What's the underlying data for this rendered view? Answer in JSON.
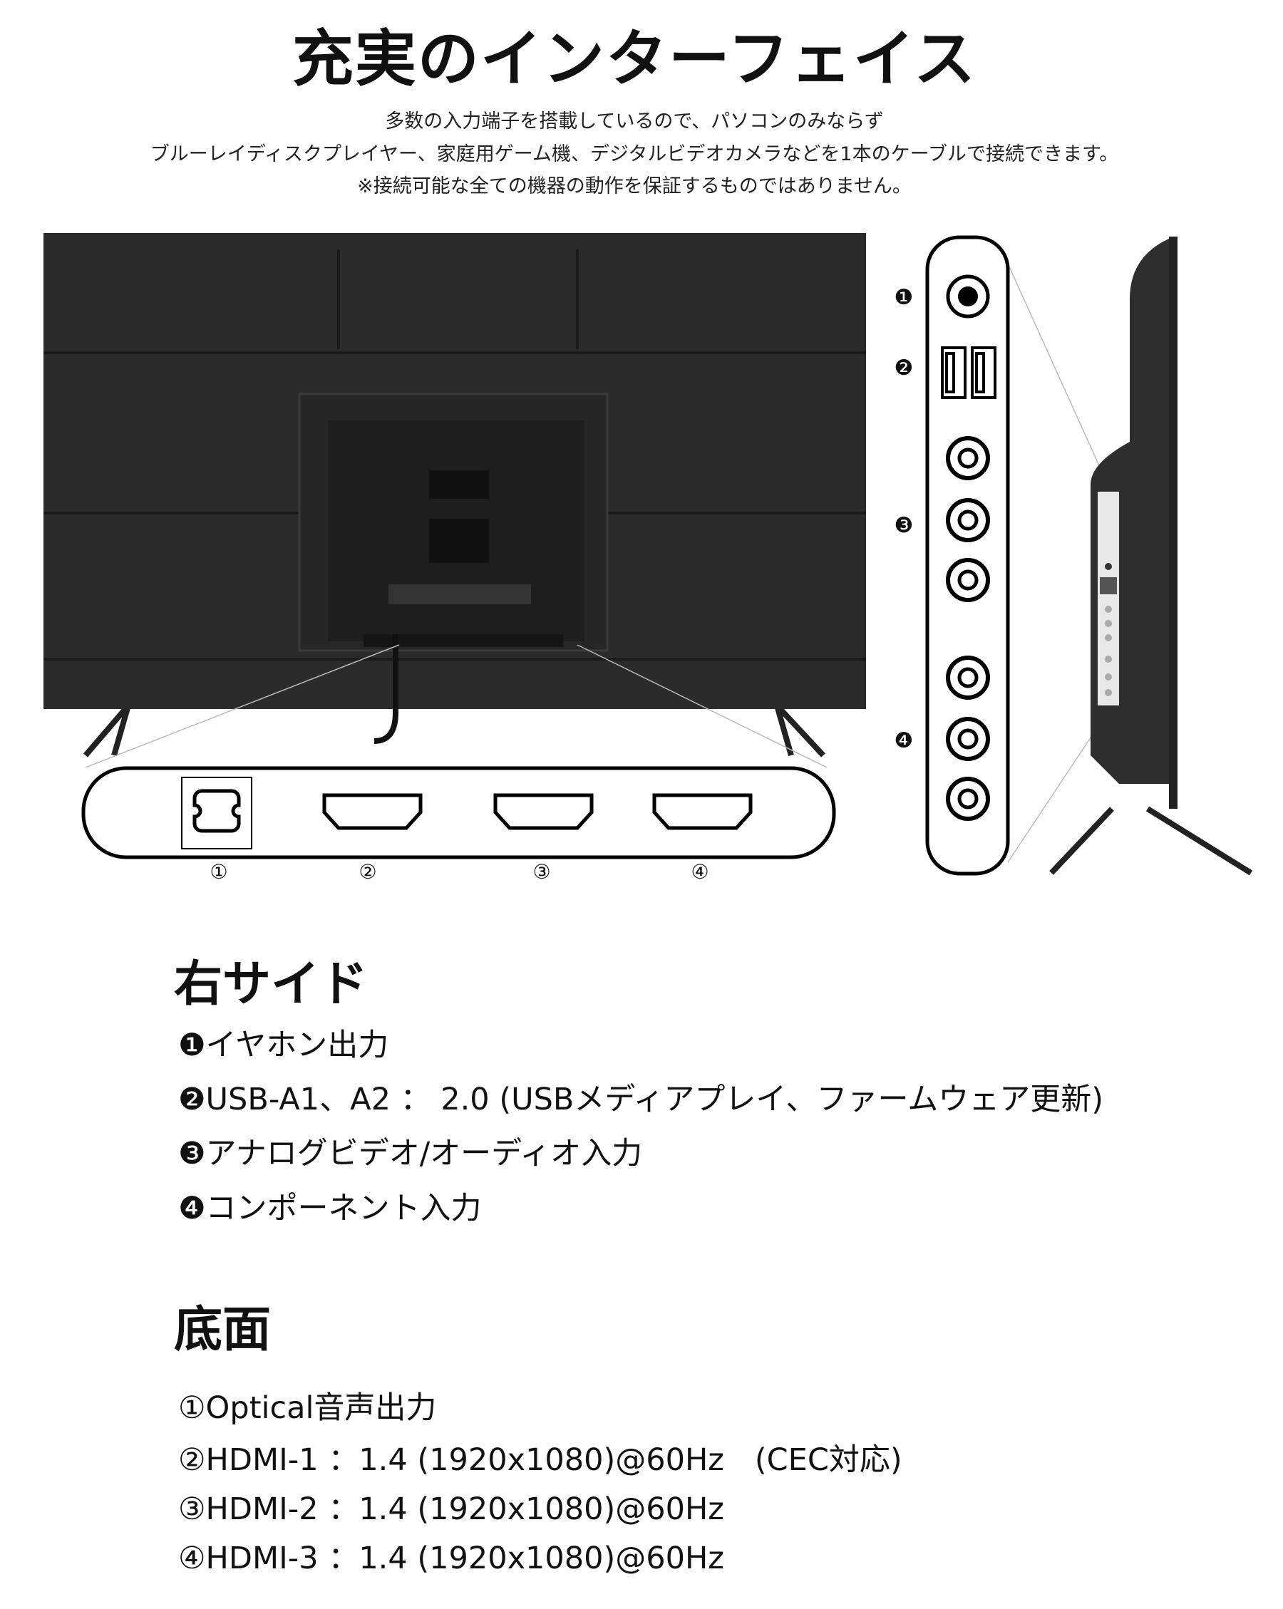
{
  "title": "充実のインターフェイス",
  "intro": [
    "多数の入力端子を搭載しているので、パソコンのみならず",
    "ブルーレイディスクプレイヤー、家庭用ゲーム機、デジタルビデオカメラなどを1本のケーブルで接続できます。",
    "※接続可能な全ての機器の動作を保証するものではありません。"
  ],
  "diagram": {
    "bottom_port_labels": [
      "①",
      "②",
      "③",
      "④"
    ],
    "side_port_labels": [
      "❶",
      "❷",
      "❸",
      "❹"
    ],
    "bottom_ports": [
      "optical-port-icon",
      "hdmi-port-icon",
      "hdmi-port-icon",
      "hdmi-port-icon"
    ],
    "side_ports": [
      "earphone-jack-icon",
      "usb-port-icon",
      "rca-port-icon",
      "component-port-icon"
    ]
  },
  "right_side": {
    "heading": "右サイド",
    "items": [
      "❶イヤホン出力",
      "❷USB-A1、A2 ： 2.0 (USBメディアプレイ、ファームウェア更新)",
      "❸アナログビデオ/オーディオ入力",
      "❹コンポーネント入力"
    ]
  },
  "bottom": {
    "heading": "底面",
    "items": [
      "①Optical音声出力",
      "②HDMI-1 ：1.4 (1920x1080)@60Hz　(CEC対応)",
      "③HDMI-2 ：1.4 (1920x1080)@60Hz",
      "④HDMI-3 ：1.4 (1920x1080)@60Hz"
    ]
  }
}
